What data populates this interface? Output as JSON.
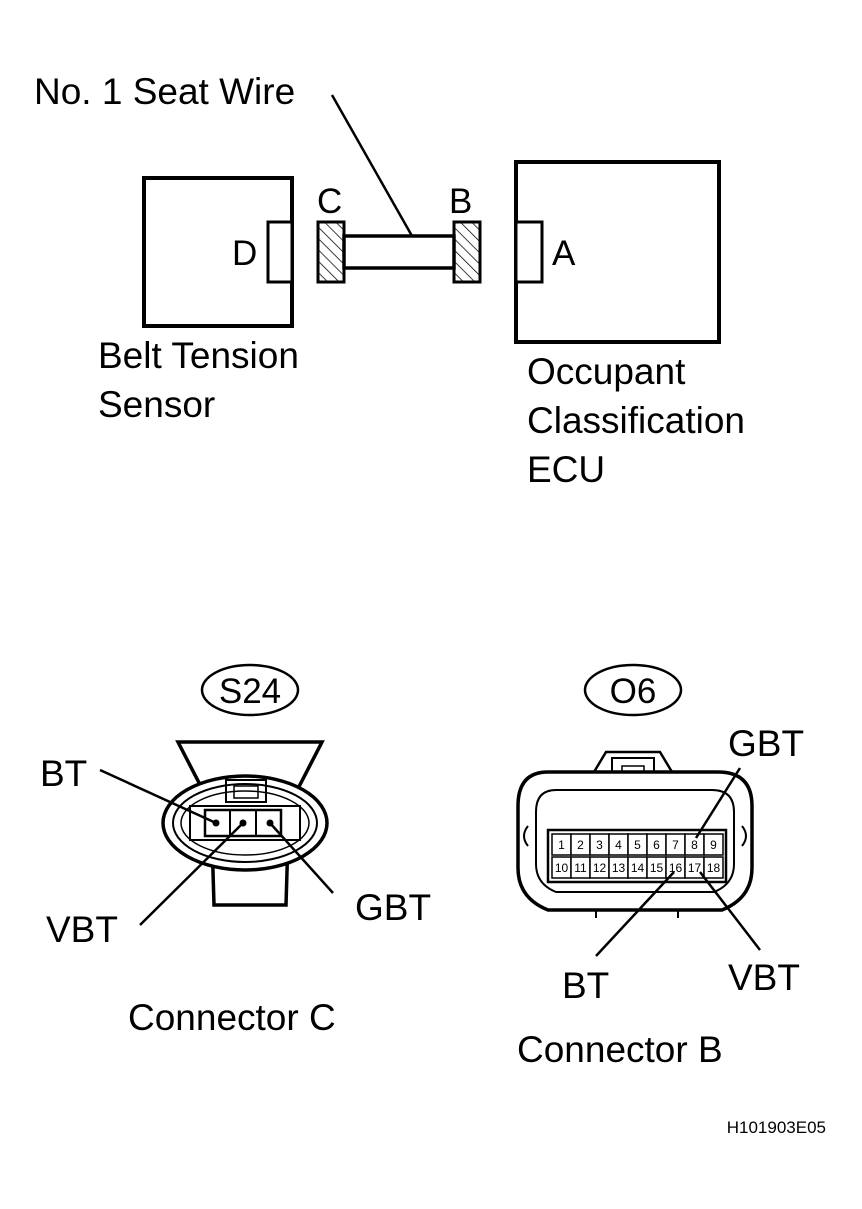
{
  "seat_wire_label": "No. 1 Seat Wire",
  "component_left": {
    "line1": "Belt Tension",
    "line2": "Sensor",
    "connector": "D"
  },
  "component_right": {
    "line1": "Occupant",
    "line2": "Classification",
    "line3": "ECU",
    "connector": "A"
  },
  "wire_end_left": "C",
  "wire_end_right": "B",
  "connector_c": {
    "code": "S24",
    "caption": "Connector C",
    "pins": {
      "bt": "BT",
      "vbt": "VBT",
      "gbt": "GBT"
    }
  },
  "connector_b": {
    "code": "O6",
    "caption": "Connector B",
    "pins": {
      "gbt": "GBT",
      "bt": "BT",
      "vbt": "VBT"
    },
    "terminals_row1": [
      "1",
      "2",
      "3",
      "4",
      "5",
      "6",
      "7",
      "8",
      "9"
    ],
    "terminals_row2": [
      "10",
      "11",
      "12",
      "13",
      "14",
      "15",
      "16",
      "17",
      "18"
    ]
  },
  "figure_id": "H101903E05"
}
